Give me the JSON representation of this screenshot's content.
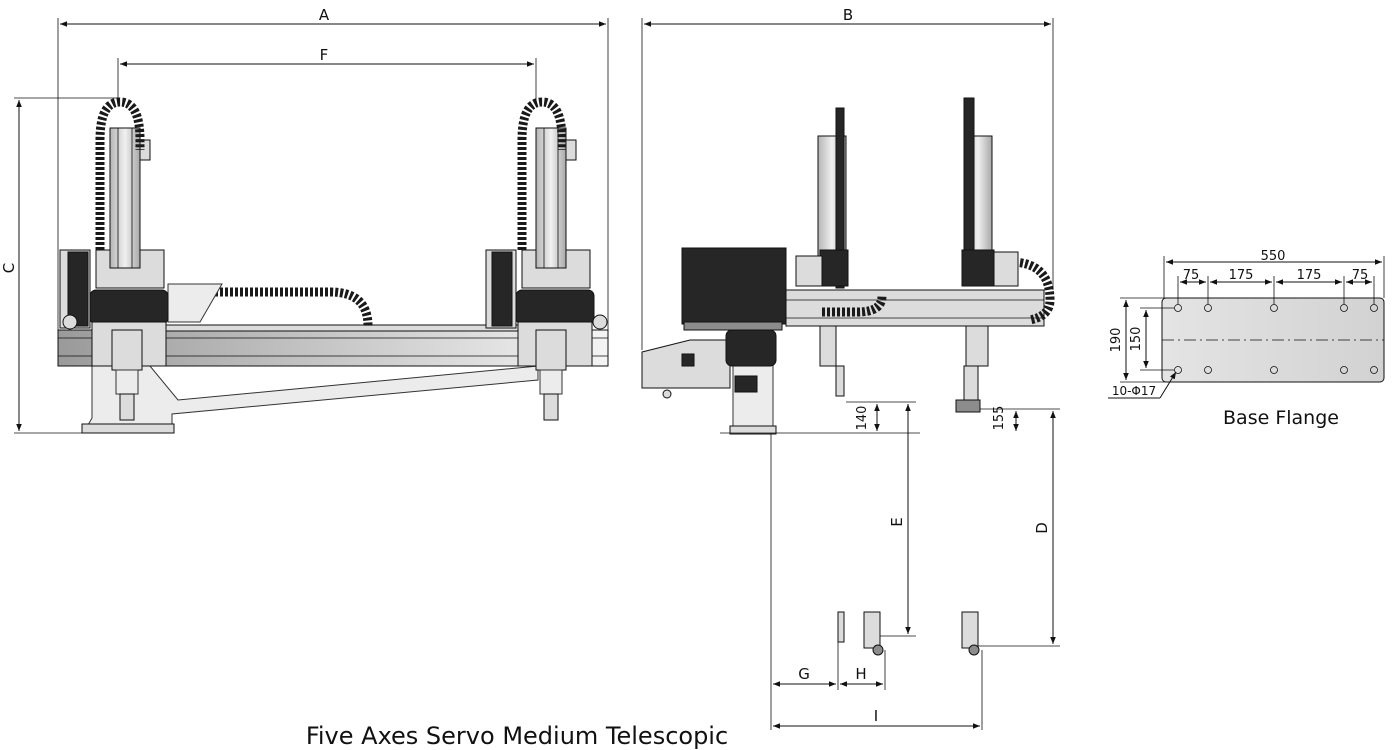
{
  "title": "Five Axes Servo Medium Telescopic",
  "dimension_labels": {
    "A": "A",
    "B": "B",
    "C": "C",
    "D": "D",
    "E": "E",
    "F": "F",
    "G": "G",
    "H": "H",
    "I": "I",
    "d140": "140",
    "d155": "155"
  },
  "flange": {
    "caption": "Base Flange",
    "width": "550",
    "seg1": "75",
    "seg2": "175",
    "seg3": "175",
    "seg4": "75",
    "height": "190",
    "inner_height": "150",
    "holes": "10-Φ17"
  }
}
